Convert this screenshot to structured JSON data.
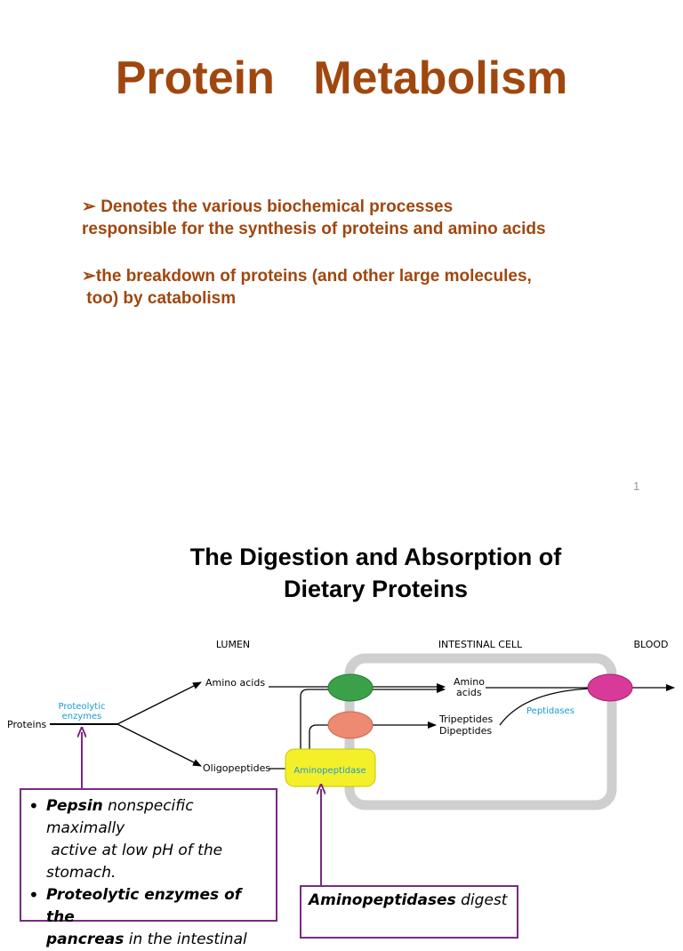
{
  "slide1": {
    "title": "Protein   Metabolism",
    "bullet1_marker": "➢",
    "bullet1_line1": " Denotes the various biochemical processes",
    "bullet1_line2": "responsible for the synthesis of proteins and amino acids",
    "bullet2_marker": "➢",
    "bullet2_line1": "the breakdown of proteins (and other large molecules,",
    "bullet2_line2": " too) by catabolism",
    "page_number": "1"
  },
  "slide2": {
    "title_line1": "The Digestion and Absorption of",
    "title_line2": "Dietary Proteins",
    "diagram": {
      "lumen": "LUMEN",
      "intestinal_cell": "INTESTINAL CELL",
      "blood": "BLOOD",
      "proteins": "Proteins",
      "proteolytic_line1": "Proteolytic",
      "proteolytic_line2": "enzymes",
      "amino_acids_lumen": "Amino acids",
      "oligopeptides": "Oligopeptides",
      "aminopeptidase": "Aminopeptidase",
      "amino_cell_line1": "Amino",
      "amino_cell_line2": "acids",
      "tripeptides": "Tripeptides",
      "dipeptides": "Dipeptides",
      "peptidases": "Peptidases"
    },
    "box1": {
      "item1_bold": "Pepsin",
      "item1_rest_line1": " nonspecific maximally",
      "item1_line2": " active at low pH of the",
      "item1_line3": "stomach.",
      "item2_bold_line1": "Proteolytic enzymes of the",
      "item2_bold_line2": "pancreas",
      "item2_rest": " in the intestinal"
    },
    "box2": {
      "bold": "Aminopeptidases",
      "rest": " digest"
    },
    "colors": {
      "title_brown": "#a0470f",
      "purple": "#7b2a84",
      "cyan_label": "#1a9ad6",
      "green": "#3aa04a",
      "salmon": "#ee8a72",
      "pink": "#d83a9a",
      "yellow": "#f3f02a",
      "cell_gray": "#cfcfcf"
    }
  }
}
